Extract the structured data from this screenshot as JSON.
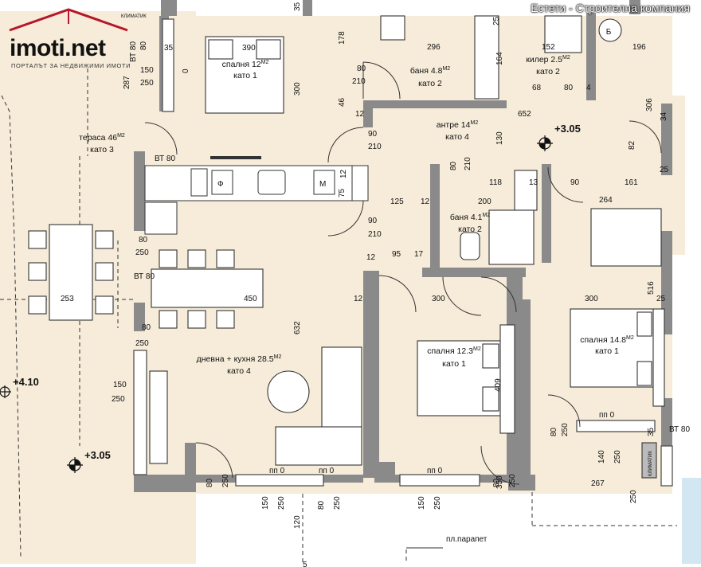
{
  "branding": {
    "logo_text": "imoti",
    "logo_tld": ".net",
    "logo_tagline": "ПОРТАЛЪТ ЗА НЕДВИЖИМИ ИМОТИ",
    "company": "Естети - Строителна компания"
  },
  "colors": {
    "floor": "#f6ecd9",
    "wall": "#8a8a8a",
    "logo_red": "#b5182a"
  },
  "rooms": [
    {
      "id": "bedroom-1",
      "name": "спалня 12",
      "sup": "M2",
      "floor": "като 1"
    },
    {
      "id": "bath-1",
      "name": "баня 4.8",
      "sup": "M2",
      "floor": "като 2"
    },
    {
      "id": "pantry",
      "name": "килер 2.5",
      "sup": "M2",
      "floor": "като 2"
    },
    {
      "id": "terrace",
      "name": "тераса 46",
      "sup": "M2",
      "floor": "като 3"
    },
    {
      "id": "hall",
      "name": "антре 14",
      "sup": "M2",
      "floor": "като 4"
    },
    {
      "id": "bath-2",
      "name": "баня 4.1",
      "sup": "M2",
      "floor": "като 2"
    },
    {
      "id": "living",
      "name": "дневна + кухня 28.5",
      "sup": "M2",
      "floor": "като 4"
    },
    {
      "id": "bedroom-2",
      "name": "спалня 12.3",
      "sup": "M2",
      "floor": "като 1"
    },
    {
      "id": "bedroom-3",
      "name": "спалня 14.8",
      "sup": "M2",
      "floor": "като 1"
    }
  ],
  "levels": [
    "+3.05",
    "+3.05",
    "+4.10"
  ],
  "labels": {
    "parapet": "пл.парапет",
    "vt80": "ВТ 80",
    "klimatik": "КЛИМАТИК",
    "pp0": "пп 0",
    "b": "Б",
    "f": "Ф",
    "m": "М"
  },
  "dimensions": [
    "390",
    "35",
    "80",
    "178",
    "296",
    "152",
    "196",
    "25",
    "287",
    "150",
    "250",
    "0",
    "300",
    "80",
    "210",
    "164",
    "68",
    "80",
    "4",
    "306",
    "46",
    "12",
    "652",
    "90",
    "210",
    "130",
    "82",
    "34",
    "25",
    "80",
    "250",
    "80",
    "210",
    "75",
    "12",
    "118",
    "13",
    "90",
    "161",
    "125",
    "12",
    "200",
    "264",
    "90",
    "210",
    "95",
    "17",
    "80",
    "250",
    "253",
    "450",
    "632",
    "12",
    "300",
    "300",
    "516",
    "25",
    "80",
    "250",
    "409",
    "150",
    "250",
    "140",
    "250",
    "35",
    "267",
    "250",
    "80",
    "250",
    "150",
    "250",
    "80",
    "250",
    "150",
    "250",
    "80",
    "250",
    "120",
    "35",
    "350",
    "5",
    "12"
  ]
}
